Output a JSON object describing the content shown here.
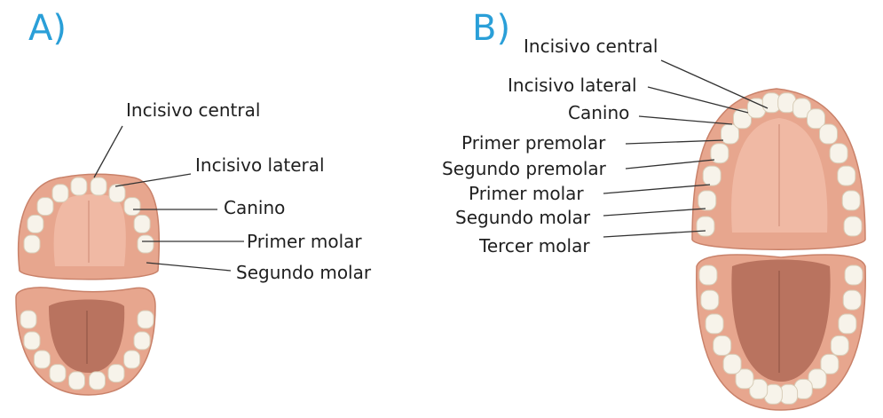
{
  "panels": {
    "a": {
      "letter": "A)",
      "labels": {
        "central": "Incisivo central",
        "lateral": "Incisivo lateral",
        "canine": "Canino",
        "molar1": "Primer molar",
        "molar2": "Segundo molar"
      }
    },
    "b": {
      "letter": "B)",
      "labels": {
        "central": "Incisivo central",
        "lateral": "Incisivo lateral",
        "canine": "Canino",
        "premolar1": "Primer premolar",
        "premolar2": "Segundo premolar",
        "molar1": "Primer molar",
        "molar2": "Segundo molar",
        "molar3": "Tercer molar"
      }
    }
  },
  "colors": {
    "letter": "#2a9fd8",
    "gum": "#e7a68e",
    "gum_edge": "#c9826a",
    "palate": "#f0b9a4",
    "tongue": "#b9735f",
    "tooth": "#f7f3ea"
  }
}
